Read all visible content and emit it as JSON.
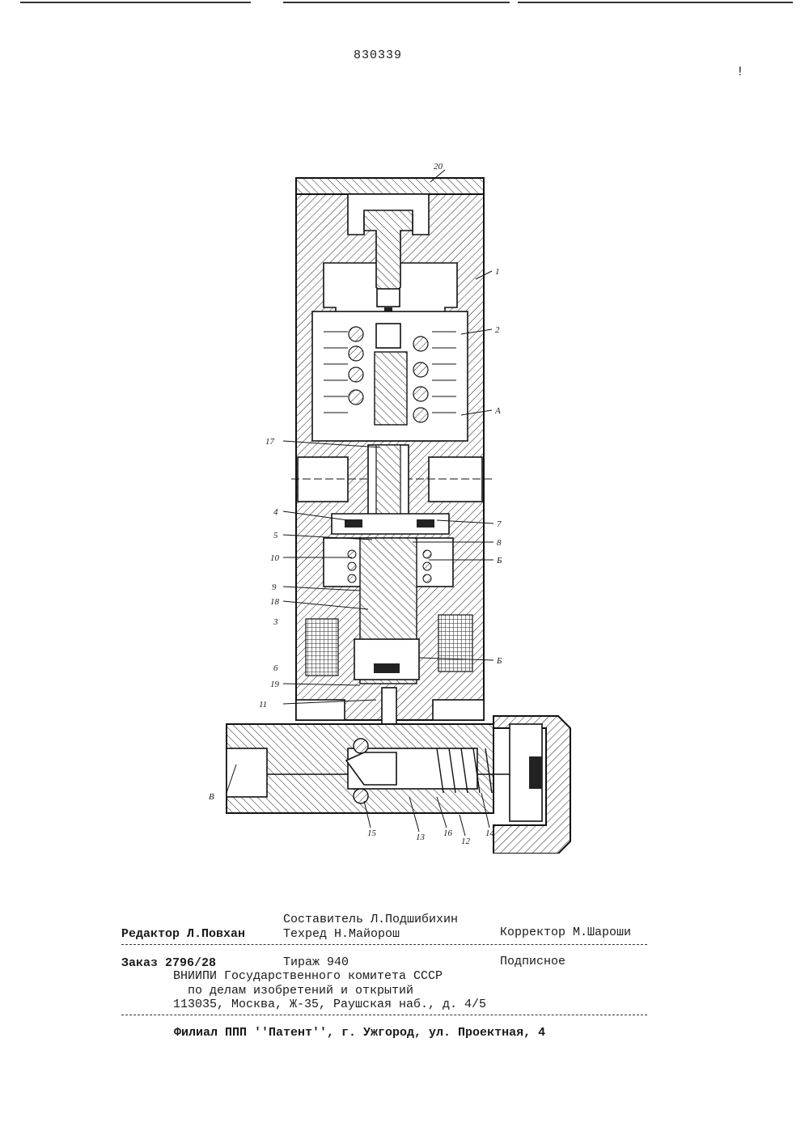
{
  "header": {
    "patent_number": "830339",
    "stray_mark": "!"
  },
  "drawing": {
    "part_labels": [
      "20",
      "1",
      "2",
      "A",
      "17",
      "4",
      "7",
      "5",
      "8",
      "10",
      "Б",
      "9",
      "18",
      "3",
      "6",
      "Б",
      "19",
      "11",
      "В",
      "15",
      "13",
      "16",
      "12",
      "14"
    ]
  },
  "imprint": {
    "row1": {
      "compiler": "Составитель Л.Подшибихин",
      "editor": "Редактор Л.Повхан",
      "techred": "Техред Н.Майорош",
      "corrector": "Корректор М.Шароши"
    },
    "row2": {
      "order": "Заказ 2796/28",
      "circulation": "Тираж 940",
      "subscription": "Подписное"
    },
    "publisher": [
      "ВНИИПИ Государственного комитета СССР",
      "по делам изобретений и открытий",
      "113035, Москва, Ж-35, Раушская наб., д. 4/5"
    ],
    "branch": "Филиал ППП ''Патент'', г. Ужгород, ул. Проектная, 4"
  }
}
